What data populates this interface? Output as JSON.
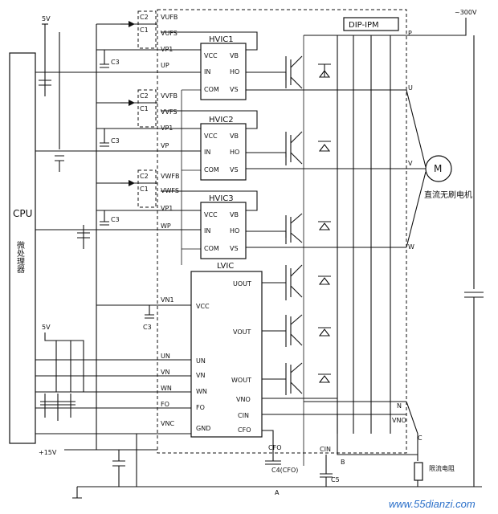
{
  "labels": {
    "dip_ipm": "DIP-IPM",
    "neg_300v": "~300V",
    "v5_top": "5V",
    "v5_mid": "5V",
    "v15": "+15V",
    "cpu": "CPU",
    "micro": "微处理器",
    "motor_m": "M",
    "motor_name": "直流无刷电机",
    "sense_res": "限流电阻",
    "watermark": "www.55dianzi.com"
  },
  "hvic": [
    {
      "name": "HVIC1",
      "pins_left": [
        "VCC",
        "IN",
        "COM"
      ],
      "pins_right": [
        "VB",
        "HO",
        "VS"
      ]
    },
    {
      "name": "HVIC2",
      "pins_left": [
        "VCC",
        "IN",
        "COM"
      ],
      "pins_right": [
        "VB",
        "HO",
        "VS"
      ]
    },
    {
      "name": "HVIC3",
      "pins_left": [
        "VCC",
        "IN",
        "COM"
      ],
      "pins_right": [
        "VB",
        "HO",
        "VS"
      ]
    }
  ],
  "lvic": {
    "name": "LVIC",
    "pins_left": [
      "VCC",
      "UN",
      "VN",
      "WN",
      "FO",
      "GND"
    ],
    "pins_right": [
      "UOUT",
      "VOUT",
      "WOUT",
      "VNO",
      "CIN",
      "CFO"
    ]
  },
  "ipm_pins_left": [
    "VUFB",
    "VUFS",
    "VP1",
    "UP",
    "VVFB",
    "VVFS",
    "VP1",
    "VP",
    "VWFB",
    "VWFS",
    "VP1",
    "WP",
    "VN1",
    "UN",
    "VN",
    "WN",
    "FO",
    "VNC"
  ],
  "ipm_pins_right": [
    "P",
    "U",
    "V",
    "W",
    "N",
    "VNO"
  ],
  "caps": {
    "c1": "C1",
    "c2": "C2",
    "c3": "C3",
    "c4": "C4(CFO)",
    "c5": "C5"
  },
  "nodes": {
    "a": "A",
    "b": "B",
    "c": "C",
    "cfo": "CFO",
    "cin": "CIN"
  }
}
